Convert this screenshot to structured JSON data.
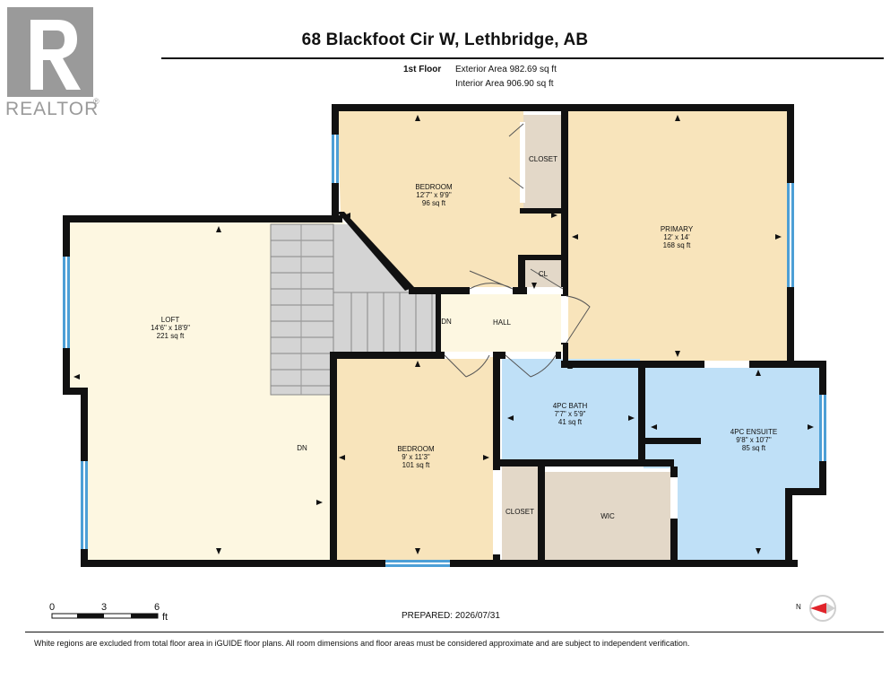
{
  "header": {
    "title": "68 Blackfoot Cir W, Lethbridge, AB",
    "floor_label": "1st Floor",
    "exterior_area": "Exterior Area 982.69 sq ft",
    "interior_area": "Interior Area 906.90 sq ft"
  },
  "logo": {
    "text": "REALTOR",
    "registered": "®"
  },
  "rooms": {
    "bedroom_top": {
      "name": "BEDROOM",
      "dims": "12'7\" x 9'9\"",
      "area": "96 sq ft"
    },
    "closet_top": {
      "name": "CLOSET"
    },
    "primary": {
      "name": "PRIMARY",
      "dims": "12' x 14'",
      "area": "168 sq ft"
    },
    "cl": {
      "name": "CL"
    },
    "loft": {
      "name": "LOFT",
      "dims": "14'6\" x 18'9\"",
      "area": "221 sq ft"
    },
    "hall": {
      "name": "HALL"
    },
    "stair_dn_top": "DN",
    "stair_dn_loft": "DN",
    "bedroom_bottom": {
      "name": "BEDROOM",
      "dims": "9' x 11'3\"",
      "area": "101 sq ft"
    },
    "bath": {
      "name": "4PC BATH",
      "dims": "7'7\" x 5'9\"",
      "area": "41 sq ft"
    },
    "ensuite": {
      "name": "4PC ENSUITE",
      "dims": "9'8\" x 10'7\"",
      "area": "85 sq ft"
    },
    "closet_bottom": {
      "name": "CLOSET"
    },
    "wic": {
      "name": "WIC"
    }
  },
  "scale": {
    "ticks": [
      "0",
      "3",
      "6"
    ],
    "unit": "ft"
  },
  "compass": {
    "label": "N"
  },
  "prepared": "PREPARED: 2026/07/31",
  "disclaimer": "White regions are excluded from total floor area in iGUIDE floor plans. All room dimensions and floor areas must be considered approximate and are subject to independent verification.",
  "colors": {
    "bedroom_fill": "#f8e4bb",
    "loft_fill": "#fdf7e1",
    "bath_fill": "#bfe0f7",
    "closet_fill": "#e3d8c8",
    "stair_fill": "#d4d4d4",
    "window_blue": "#4d9fd6",
    "wall": "#111111"
  }
}
